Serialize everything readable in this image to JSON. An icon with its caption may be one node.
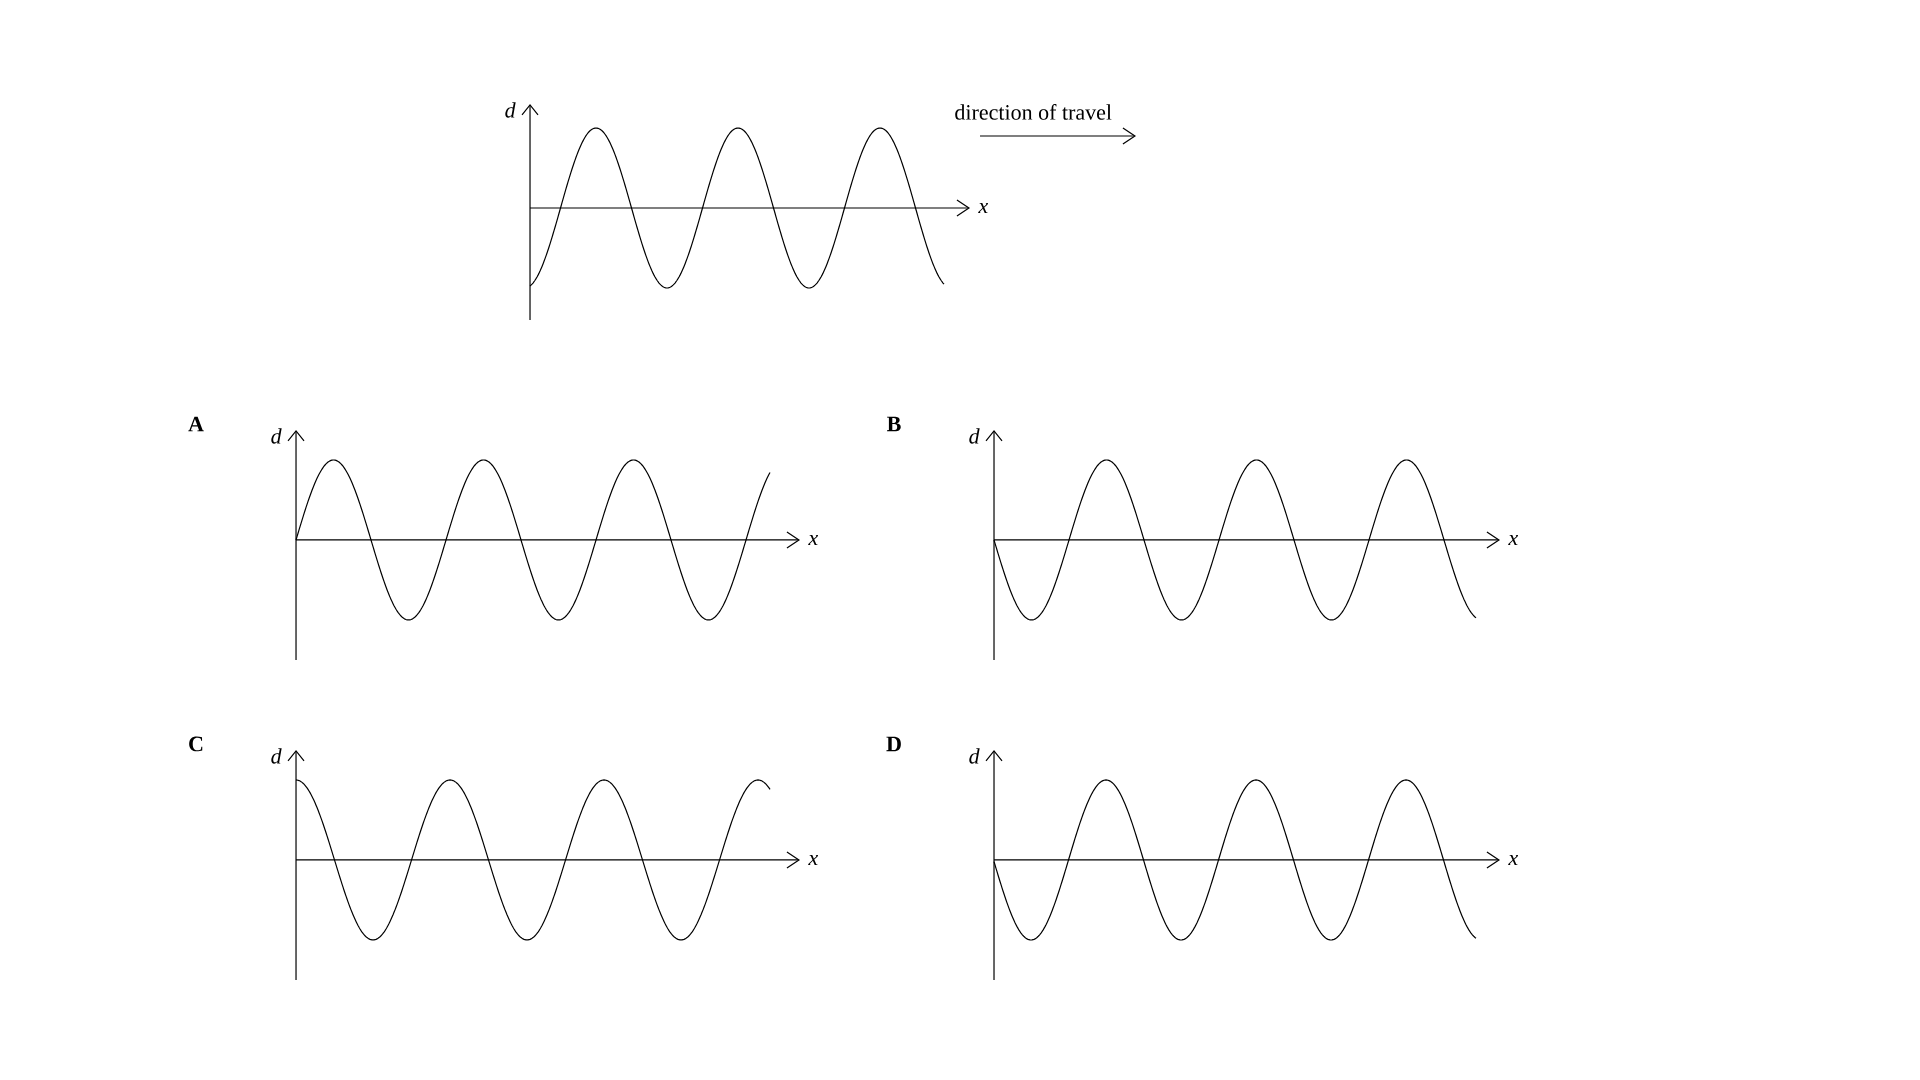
{
  "diagram": {
    "labels": [
      "d",
      "x",
      "direction of travel",
      "A",
      "d",
      "x",
      "B",
      "d",
      "x",
      "C",
      "d",
      "x",
      "D",
      "d",
      "x"
    ]
  }
}
